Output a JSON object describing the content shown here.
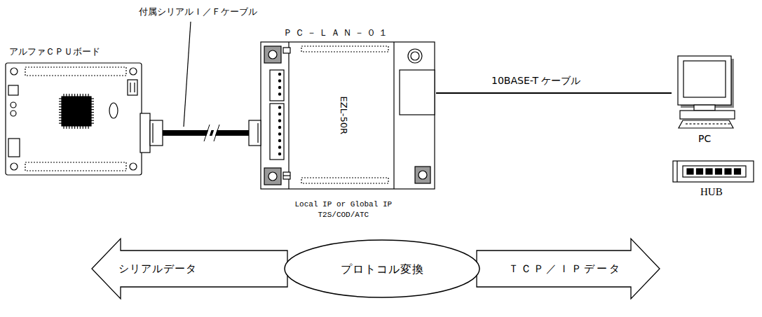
{
  "diagram": {
    "nodes": [
      {
        "text": [
          "アルファＣＰＵボード"
        ]
      },
      {
        "text": [
          "ＰＣ－ＬＡＮ－０１",
          "EZL-50R"
        ]
      },
      {
        "text": [
          "PC"
        ]
      },
      {
        "text": [
          "HUB"
        ]
      },
      {
        "text": [
          "シリアルデータ"
        ]
      },
      {
        "text": [
          "プロトコル変換"
        ]
      },
      {
        "text": [
          "ＴＣＰ／ＩＰデータ"
        ]
      }
    ],
    "edges": [
      {
        "from": 0,
        "to": 1,
        "arrow": "none",
        "label": "付属シリアルＩ／Ｆケーブル"
      },
      {
        "from": 1,
        "to": 2,
        "arrow": "none",
        "label": "10BASE-T ケーブル"
      }
    ],
    "labels": [
      "Local IP or Global IP",
      "T2S/COD/ATC"
    ]
  }
}
